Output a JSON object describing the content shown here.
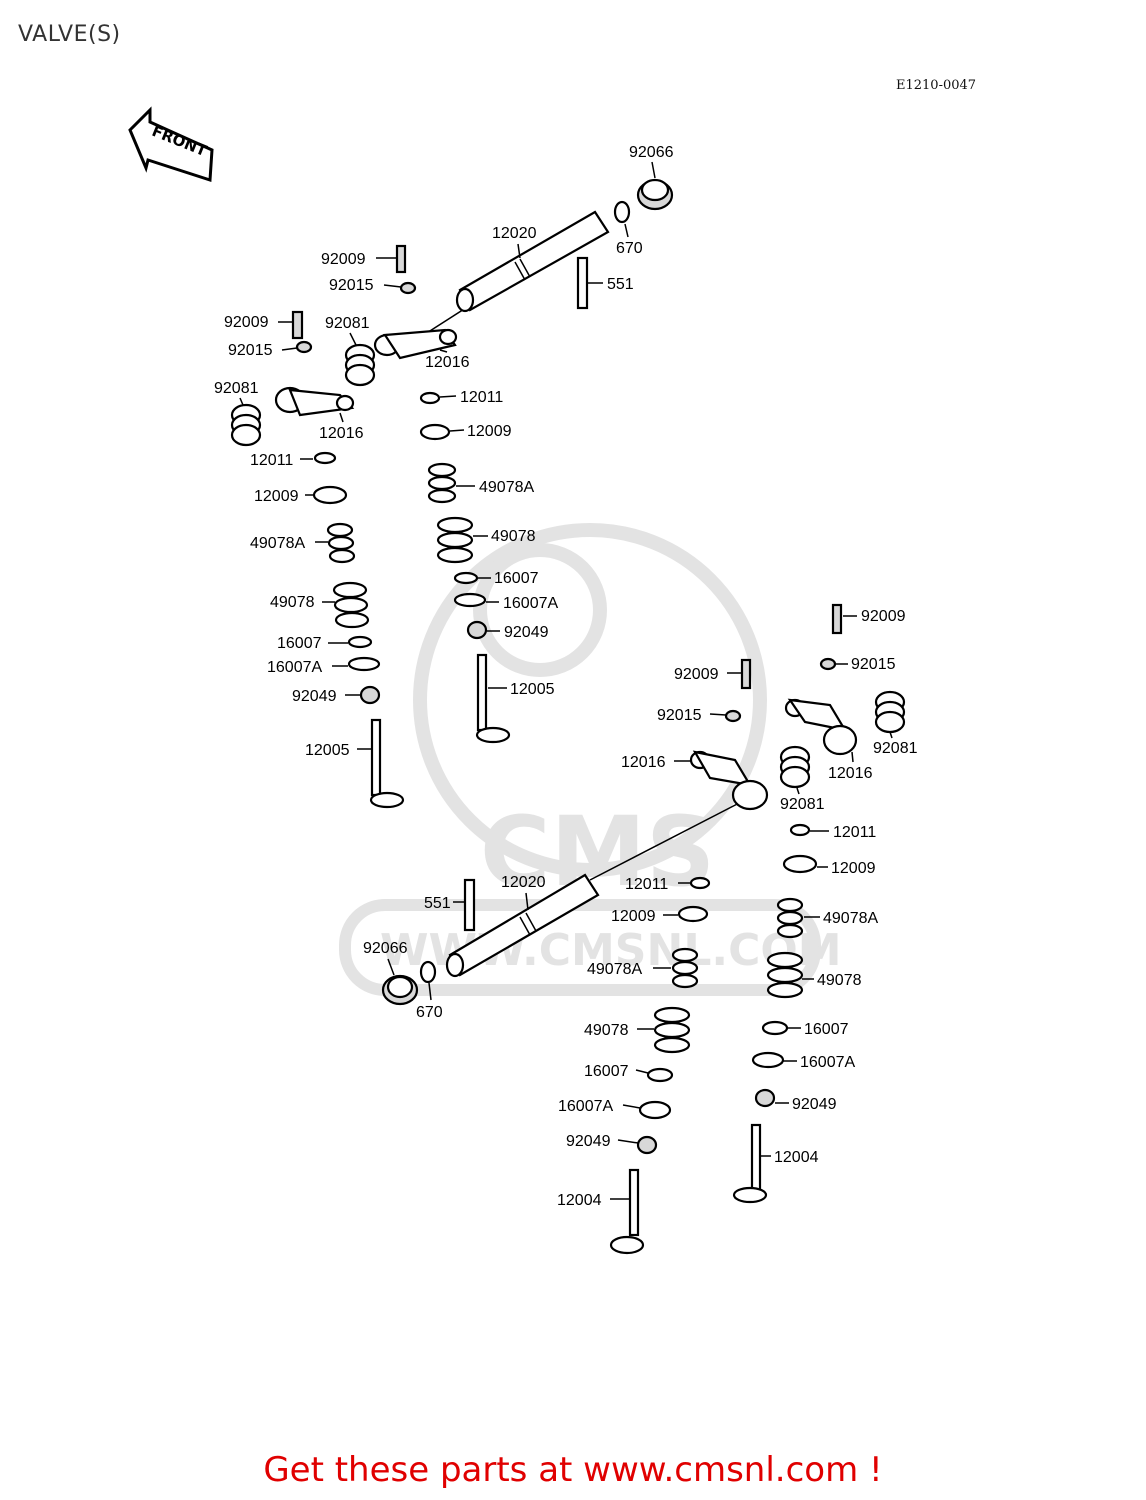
{
  "page": {
    "title": "VALVE(S)",
    "diagram_code": "E1210-0047",
    "front_label": "FRONT",
    "footer": "Get these parts at www.cmsnl.com !"
  },
  "watermark": {
    "logo_text": "CMS",
    "url_text": "WWW.CMSNL.COM"
  },
  "colors": {
    "footer_red": "#e00000",
    "watermark_gray": "#e3e3e3"
  },
  "labels": {
    "l92066_top": "92066",
    "l670_top": "670",
    "l12020_top": "12020",
    "l551_top": "551",
    "l92009_a": "92009",
    "l92015_a": "92015",
    "l92009_b": "92009",
    "l92081_a": "92081",
    "l92015_b": "92015",
    "l12016_a": "12016",
    "l92081_b": "92081",
    "l12016_b": "12016",
    "l12011_a": "12011",
    "l12011_b": "12011",
    "l12009_a": "12009",
    "l12009_b": "12009",
    "l49078A_a": "49078A",
    "l49078A_b": "49078A",
    "l49078_a": "49078",
    "l49078_b": "49078",
    "l16007_a": "16007",
    "l16007_b": "16007",
    "l16007A_a": "16007A",
    "l16007A_b": "16007A",
    "l92049_a": "92049",
    "l92049_b": "92049",
    "l12005_a": "12005",
    "l12005_b": "12005",
    "l92009_c": "92009",
    "l92015_c": "92015",
    "l92009_d": "92009",
    "l92015_d": "92015",
    "l92081_c": "92081",
    "l12016_c": "12016",
    "l12016_d": "12016",
    "l92081_d": "92081",
    "l12011_c": "12011",
    "l12009_c": "12009",
    "l12020_bot": "12020",
    "l12011_d": "12011",
    "l551_bot": "551",
    "l12009_d": "12009",
    "l49078A_c": "49078A",
    "l92066_bot": "92066",
    "l49078A_d": "49078A",
    "l49078_c": "49078",
    "l670_bot": "670",
    "l49078_d": "49078",
    "l16007_c": "16007",
    "l16007_d": "16007",
    "l16007A_c": "16007A",
    "l16007A_d": "16007A",
    "l92049_c": "92049",
    "l92049_d": "92049",
    "l12004_a": "12004",
    "l12004_b": "12004"
  }
}
